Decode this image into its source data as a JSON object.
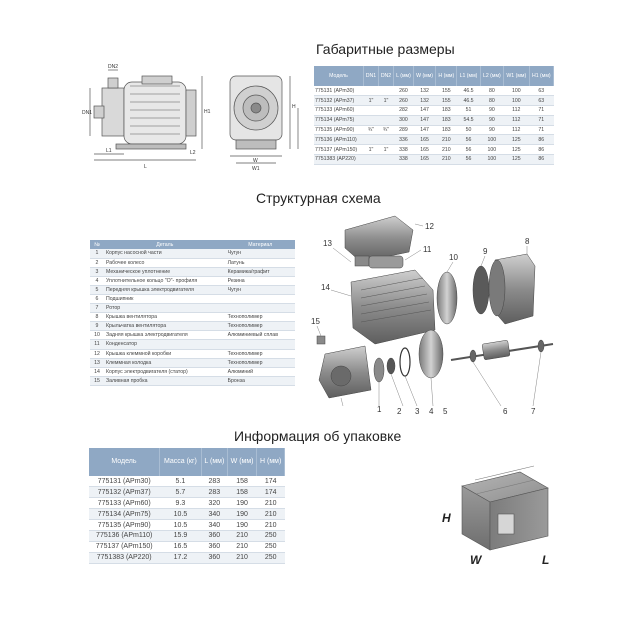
{
  "titles": {
    "dimensions": "Габаритные размеры",
    "structure": "Структурная схема",
    "packaging": "Информация об упаковке"
  },
  "dimensions_table": {
    "headers": [
      "Модель",
      "DN1",
      "DN2",
      "L (мм)",
      "W (мм)",
      "H (мм)",
      "L1 (мм)",
      "L2 (мм)",
      "W1 (мм)",
      "H1 (мм)"
    ],
    "rows": [
      [
        "775131 (APm30)",
        "",
        "",
        "260",
        "132",
        "155",
        "46.5",
        "80",
        "100",
        "63"
      ],
      [
        "775132 (APm37)",
        "1\"",
        "1\"",
        "260",
        "132",
        "155",
        "46.5",
        "80",
        "100",
        "63"
      ],
      [
        "775133 (APm60)",
        "",
        "",
        "282",
        "147",
        "183",
        "51",
        "90",
        "112",
        "71"
      ],
      [
        "775134 (APm75)",
        "",
        "",
        "300",
        "147",
        "183",
        "54.5",
        "90",
        "112",
        "71"
      ],
      [
        "775135 (APm90)",
        "¾\"",
        "¾\"",
        "289",
        "147",
        "183",
        "50",
        "90",
        "112",
        "71"
      ],
      [
        "775136 (APm110)",
        "",
        "",
        "336",
        "165",
        "210",
        "56",
        "100",
        "125",
        "86"
      ],
      [
        "775137 (APm150)",
        "1\"",
        "1\"",
        "338",
        "165",
        "210",
        "56",
        "100",
        "125",
        "86"
      ],
      [
        "7751383 (AP220)",
        "",
        "",
        "338",
        "165",
        "210",
        "56",
        "100",
        "125",
        "86"
      ]
    ]
  },
  "drawing_labels": {
    "dn1": "DN1",
    "dn2": "DN2",
    "h": "H",
    "h1": "H1",
    "l": "L",
    "l1": "L1",
    "l2": "L2",
    "w": "W",
    "w1": "W1"
  },
  "parts_table": {
    "headers": [
      "№",
      "Деталь",
      "Материал"
    ],
    "rows": [
      [
        "1",
        "Корпус насосной части",
        "Чугун"
      ],
      [
        "2",
        "Рабочее колесо",
        "Латунь"
      ],
      [
        "3",
        "Механическое уплотнение",
        "Керамика/графит"
      ],
      [
        "4",
        "Уплотнительное кольцо \"О\"- профиля",
        "Резина"
      ],
      [
        "5",
        "Передняя крышка электродвигателя",
        "Чугун"
      ],
      [
        "6",
        "Подшипник",
        ""
      ],
      [
        "7",
        "Ротор",
        ""
      ],
      [
        "8",
        "Крышка вентилятора",
        "Технополимер"
      ],
      [
        "9",
        "Крыльчатка вентилятора",
        "Технополимер"
      ],
      [
        "10",
        "Задняя крышка электродвигателя",
        "Алюминиевый сплав"
      ],
      [
        "11",
        "Конденсатор",
        ""
      ],
      [
        "12",
        "Крышка клеммной коробки",
        "Технополимер"
      ],
      [
        "13",
        "Клеммная колодка",
        "Технополимер"
      ],
      [
        "14",
        "Корпус электродвигателя (статор)",
        "Алюминий"
      ],
      [
        "15",
        "Заливная пробка",
        "Бронза"
      ]
    ]
  },
  "callouts": [
    "1",
    "2",
    "3",
    "4",
    "5",
    "6",
    "7",
    "8",
    "9",
    "10",
    "11",
    "12",
    "13",
    "14",
    "15"
  ],
  "packaging_table": {
    "headers": [
      "Модель",
      "Масса (кг)",
      "L (мм)",
      "W (мм)",
      "H (мм)"
    ],
    "rows": [
      [
        "775131 (APm30)",
        "5.1",
        "283",
        "158",
        "174"
      ],
      [
        "775132 (APm37)",
        "5.7",
        "283",
        "158",
        "174"
      ],
      [
        "775133 (APm60)",
        "9.3",
        "320",
        "190",
        "210"
      ],
      [
        "775134 (APm75)",
        "10.5",
        "340",
        "190",
        "210"
      ],
      [
        "775135 (APm90)",
        "10.5",
        "340",
        "190",
        "210"
      ],
      [
        "775136 (APm110)",
        "15.9",
        "360",
        "210",
        "250"
      ],
      [
        "775137 (APm150)",
        "16.5",
        "360",
        "210",
        "250"
      ],
      [
        "7751383 (AP220)",
        "17.2",
        "360",
        "210",
        "250"
      ]
    ]
  },
  "box_labels": {
    "h": "H",
    "w": "W",
    "l": "L"
  },
  "colors": {
    "header": "#8fa8c4",
    "stripe": "#eef2f6",
    "metal": "#9a9a9a",
    "box": "#8a8a8a"
  }
}
